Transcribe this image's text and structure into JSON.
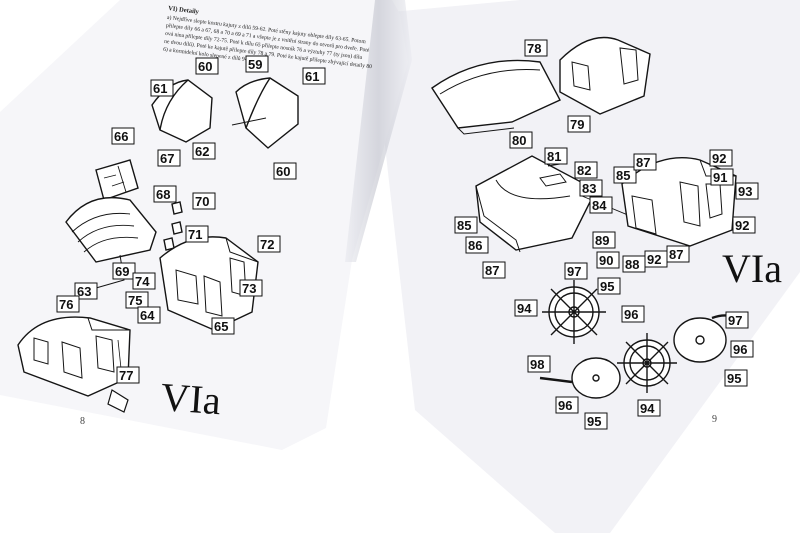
{
  "left_page": {
    "heading": "VI) Detaily",
    "intro_lines": [
      "a) Nejdříve slepte kostru kajuty z dílů 59-62. Poté stěny kajuty oblepte díly 63-65. Potom",
      "přilepte díly 66 a 67, 68 a 70 a 69 a 71 a všepte je z vnitřní strany do otvorů pro dveře. Poté",
      "ová nina přilepte díly 72-75. Poté k dílu 65 přilepte nosník 76 a výztuhy 77 (ty jsou) dílu",
      "ne dvou dílů). Poté ke kajutě přilepte díly 78 a 79. Poté ke kajutě přilepte zbývající detaily 80",
      "6) a kormidelní kolo slepené z dílů 94-98."
    ],
    "section_label": "VIa",
    "page_number": "8",
    "part_labels": [
      "60",
      "59",
      "61",
      "61",
      "62",
      "60",
      "66",
      "67",
      "68",
      "70",
      "71",
      "72",
      "69",
      "74",
      "63",
      "75",
      "73",
      "76",
      "64",
      "65",
      "77"
    ]
  },
  "right_page": {
    "section_label": "VIa",
    "page_number": "9",
    "part_labels": [
      "78",
      "79",
      "80",
      "81",
      "82",
      "83",
      "84",
      "85",
      "86",
      "87",
      "85",
      "87",
      "92",
      "91",
      "93",
      "92",
      "89",
      "90",
      "88",
      "92",
      "87",
      "94",
      "97",
      "95",
      "96",
      "97",
      "96",
      "95",
      "98",
      "96",
      "95",
      "94"
    ]
  }
}
